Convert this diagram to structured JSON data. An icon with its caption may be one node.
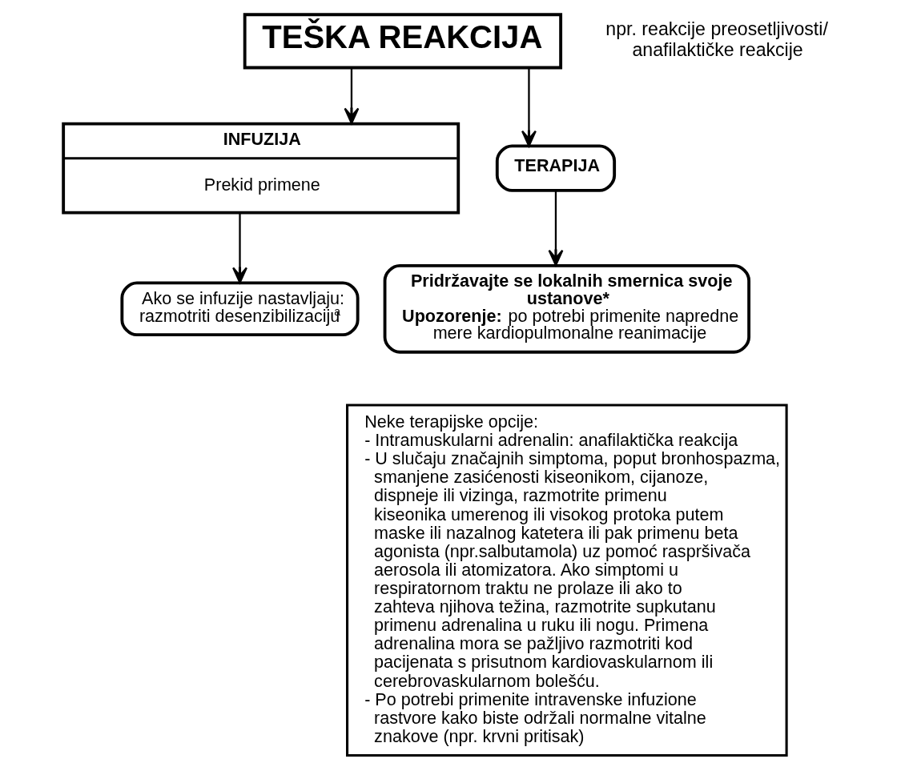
{
  "diagram": {
    "nodes": [
      {
        "text": [
          "TEŠKA REAKCIJA"
        ],
        "beside": [
          "npr. reakcije preosetljivosti/ anafilaktičke reakcije"
        ]
      },
      {
        "text": [
          "INFUZIJA",
          "Prekid primene"
        ]
      },
      {
        "text": [
          "TERAPIJA"
        ]
      },
      {
        "text": [
          "Ako se infuzije nastavljaju: razmotriti desenzibilizaciju$^{a}$"
        ]
      },
      {
        "text": [
          "Pridržavajte se lokalnih smernica svoje ustanove*",
          "**Upozorenje:** po potrebi primenite napredne mere kardiopulmonalne reanimacije"
        ]
      },
      {
        "text": [
          "Neke terapijske opcije:",
          "- Intramuskularni adrenalin: anafilaktička reakcija",
          "- U slučaju značajnih simptoma, poput bronhospazma, smanjene zasićenosti kiseonikom, cijanoze, dispneje ili vizinga, razmotrite primenu kiseonika umerenog ili visokog protoka putem maske ili nazalnog katetera ili pak primenu beta agonista (npr.salbutamola) uz pomoć raspršivača aerosola ili atomizatora. Ako simptomi u respiratornom traktu ne prolaze ili ako to zahteva njihova težina, razmotrite supkutanu primenu adrenalina u ruku ili nogu. Primena adrenalina mora se pažljivo razmotriti kod pacijenata s prisutnom kardiovaskularnom ili cerebrovaskularnom bolešću.",
          "- Po potrebi primenite intravenske infuzione rastvore kako biste održali normalne vitalne znakove (npr. krvni pritisak)"
        ]
      }
    ],
    "edges": [
      {
        "from": 0,
        "to": 1,
        "arrow": "to"
      },
      {
        "from": 0,
        "to": 2,
        "arrow": "to"
      },
      {
        "from": 1,
        "to": 3,
        "arrow": "to"
      },
      {
        "from": 2,
        "to": 4,
        "arrow": "to"
      }
    ]
  }
}
